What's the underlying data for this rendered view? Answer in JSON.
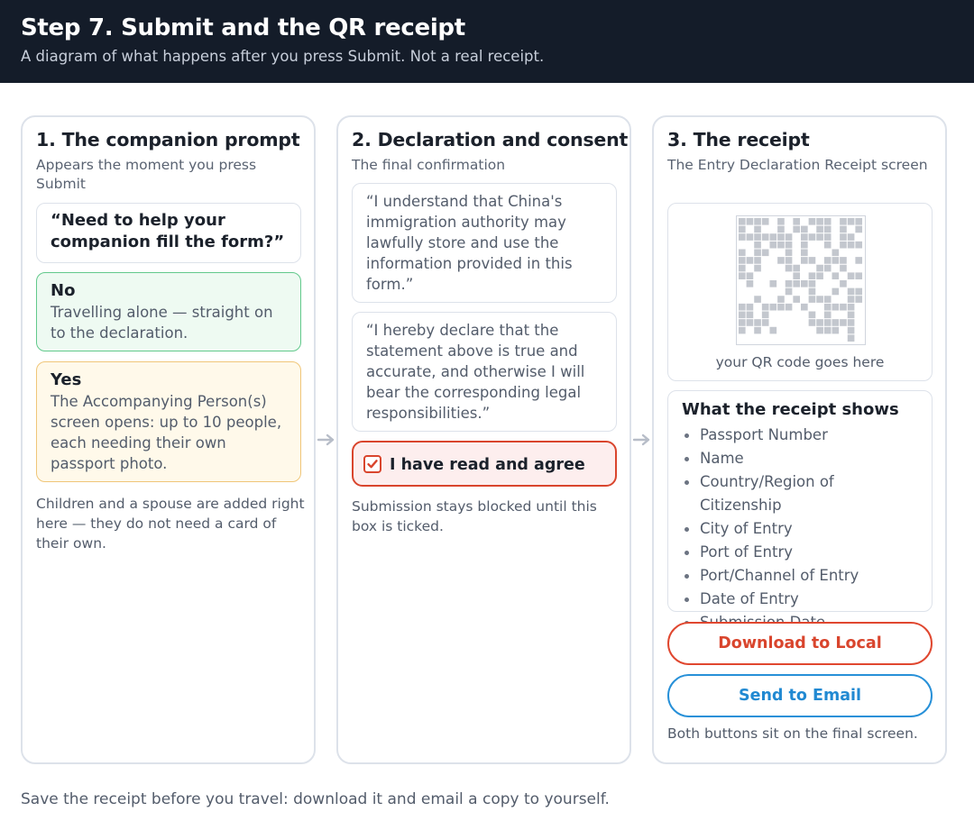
{
  "header": {
    "title": "Step 7. Submit and the QR receipt",
    "subtitle": "A diagram of what happens after you press Submit. Not a real receipt."
  },
  "panel1": {
    "title": "1. The companion prompt",
    "subtitle": "Appears the moment you press Submit",
    "prompt": "“Need to help your companion fill the form?”",
    "no": {
      "heading": "No",
      "body": "Travelling alone — straight on to the declaration."
    },
    "yes": {
      "heading": "Yes",
      "body": "The Accompanying Person(s) screen opens: up to 10 people, each needing their own passport photo."
    },
    "note": "Children and a spouse are added right here — they do not need a card of their own."
  },
  "panel2": {
    "title": "2. Declaration and consent",
    "subtitle": "The final confirmation",
    "quote1": "“I understand that China's immigration authority may lawfully store and use the information provided in this form.”",
    "quote2": "“I hereby declare that the statement above is true and accurate, and otherwise I will bear the corresponding legal responsibilities.”",
    "agree_label": "I have read and agree",
    "agree_checked": true,
    "note": "Submission stays blocked until this box is ticked."
  },
  "panel3": {
    "title": "3. The receipt",
    "subtitle": "The Entry Declaration Receipt screen",
    "qr_caption": "your QR code goes here",
    "shows_heading": "What the receipt shows",
    "shows_items": [
      "Passport Number",
      "Name",
      "Country/Region of Citizenship",
      "City of Entry",
      "Port of Entry",
      "Port/Channel of Entry",
      "Date of Entry",
      "Submission Date"
    ],
    "download_label": "Download to Local",
    "email_label": "Send to Email",
    "note": "Both buttons sit on the final screen."
  },
  "footer": "Save the receipt before you travel: download it and email a copy to yourself.",
  "colors": {
    "header_bg": "#141c29",
    "no_border": "#62c98c",
    "yes_border": "#f0c679",
    "agree_accent": "#d9452d",
    "download_accent": "#e0472f",
    "email_accent": "#2790d8"
  },
  "icons": [
    "arrow-right-icon",
    "checkbox-checked-icon",
    "qr-code-placeholder"
  ]
}
